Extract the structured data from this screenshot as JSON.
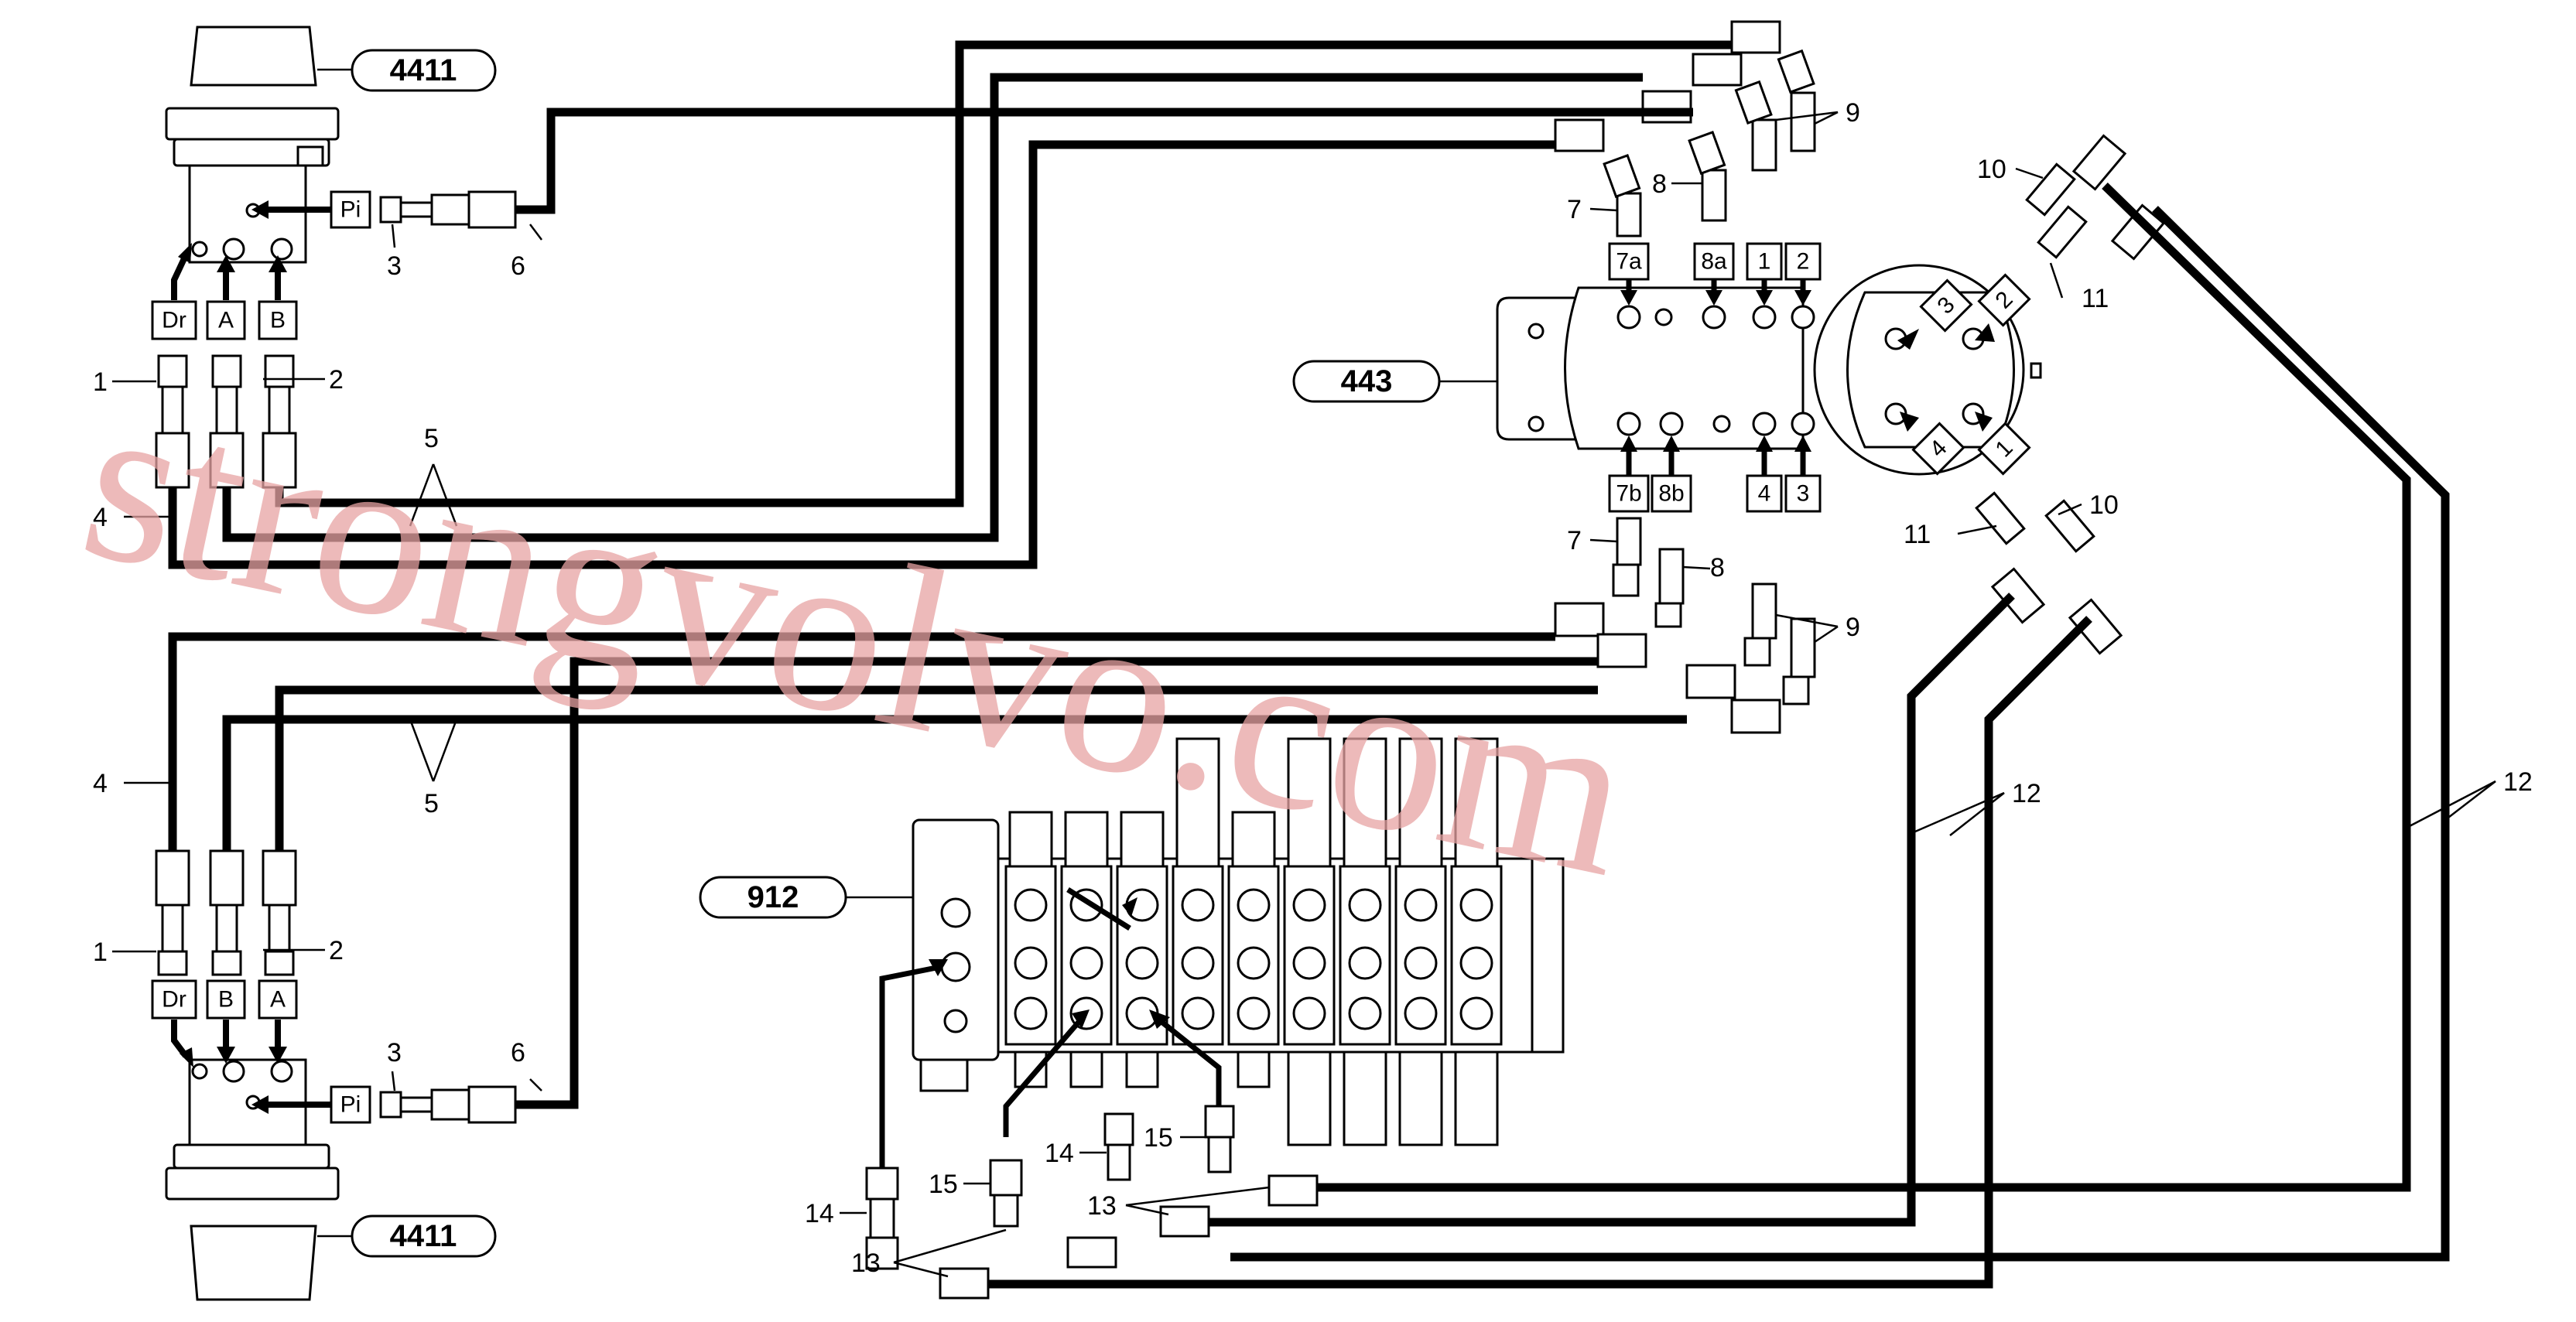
{
  "references": {
    "motor_top": "4411",
    "motor_bottom": "4411",
    "swivel": "443",
    "valve": "912"
  },
  "port_boxes": {
    "top_motor": [
      "Dr",
      "A",
      "B"
    ],
    "top_pilot": "Pi",
    "bottom_motor": [
      "Dr",
      "B",
      "A"
    ],
    "bottom_pilot": "Pi",
    "swivel_top": [
      "7a",
      "8a",
      "1",
      "2"
    ],
    "swivel_bottom": [
      "7b",
      "8b",
      "4",
      "3"
    ],
    "swivel_side_top": [
      "3",
      "2"
    ],
    "swivel_side_bottom": [
      "4",
      "1"
    ]
  },
  "callouts": {
    "c1a": "1",
    "c2a": "2",
    "c3a": "3",
    "c4a": "4",
    "c5a": "5",
    "c6a": "6",
    "c1b": "1",
    "c2b": "2",
    "c3b": "3",
    "c4b": "4",
    "c5b": "5",
    "c6b": "6",
    "c7a": "7",
    "c8a": "8",
    "c9a": "9",
    "c7b": "7",
    "c8b": "8",
    "c9b": "9",
    "c10a": "10",
    "c11a": "11",
    "c10b": "10",
    "c11b": "11",
    "c12a": "12",
    "c12b": "12",
    "c13a": "13",
    "c13b": "13",
    "c14a": "14",
    "c14b": "14",
    "c15a": "15",
    "c15b": "15"
  },
  "watermark": "strongvolvo.com"
}
